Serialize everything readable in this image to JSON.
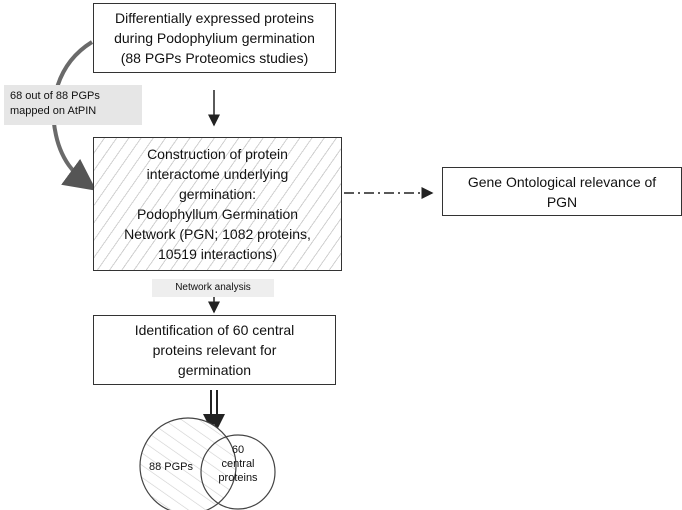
{
  "boxes": {
    "top": "Differentially expressed proteins\nduring Podophylium germination\n(88 PGPs Proteomics studies)",
    "construction": "Construction of protein\ninteractome underlying\ngermination:\nPodophyllum Germination\nNetwork (PGN; 1082 proteins,\n10519 interactions)",
    "go": "Gene Ontological relevance of\nPGN",
    "central": "Identification of 60 central\nproteins relevant for\ngermination"
  },
  "labels": {
    "mapped": "68 out of 88 PGPs\nmapped on AtPIN",
    "network_analysis": "Network analysis"
  },
  "venn": {
    "left": "88 PGPs",
    "right": "60\ncentral\nproteins"
  }
}
